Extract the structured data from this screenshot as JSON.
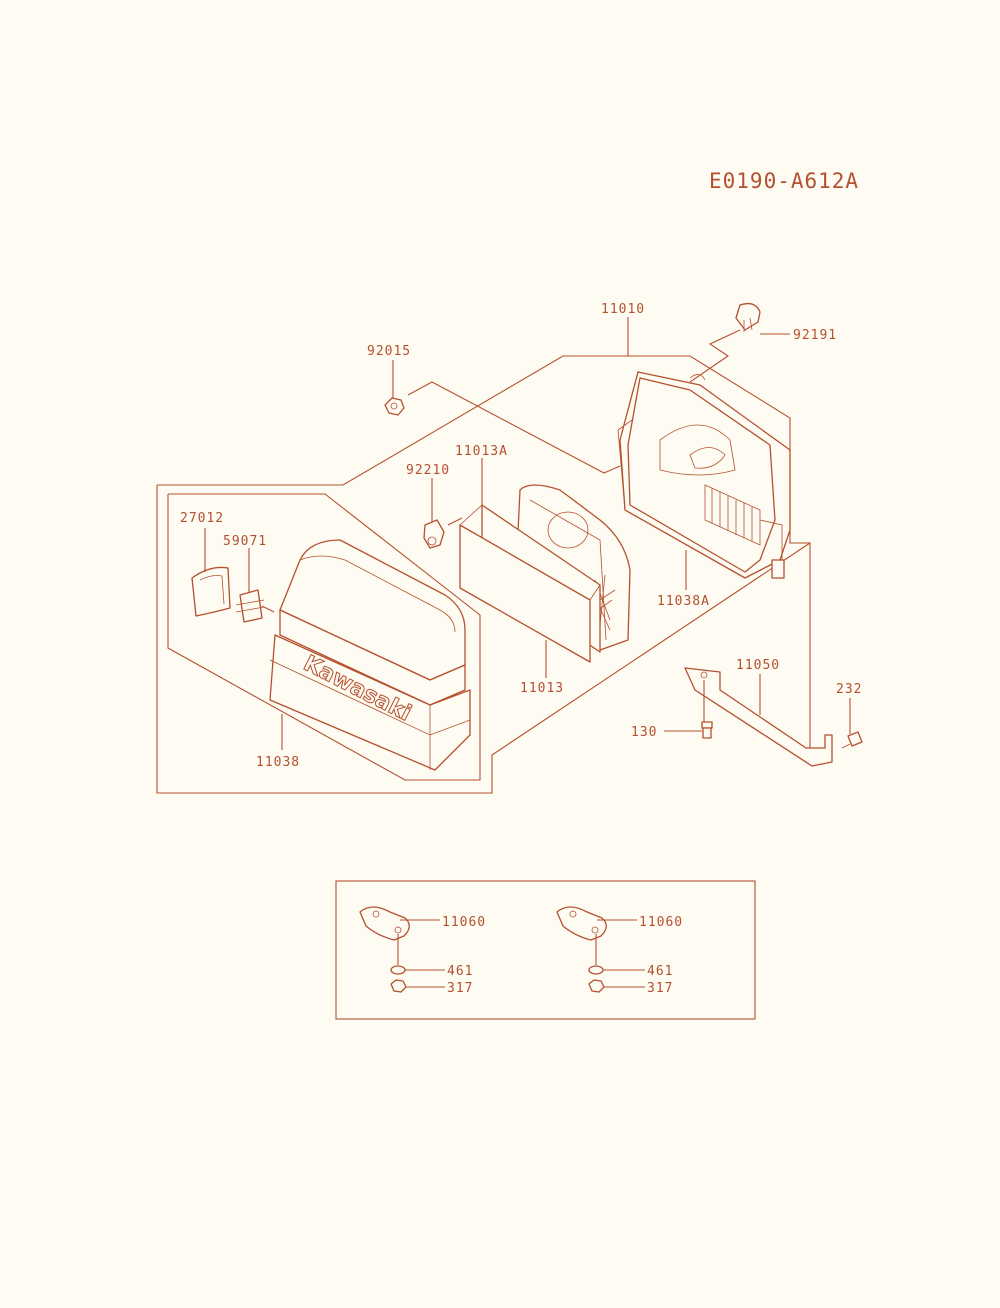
{
  "diagram_code": "E0190-A612A",
  "colors": {
    "ink": "#b5502f",
    "paper": "#fdfbf2"
  },
  "brand_text": "Kawasaki",
  "parts": {
    "p11010": "11010",
    "p92191": "92191",
    "p92015": "92015",
    "p11013A": "11013A",
    "p92210": "92210",
    "p27012": "27012",
    "p59071": "59071",
    "p11038A": "11038A",
    "p11013": "11013",
    "p11050": "11050",
    "p232": "232",
    "p130": "130",
    "p11038": "11038"
  },
  "inset": {
    "left": {
      "gasket": "11060",
      "washer": "461",
      "nut": "317"
    },
    "right": {
      "gasket": "11060",
      "washer": "461",
      "nut": "317"
    }
  }
}
